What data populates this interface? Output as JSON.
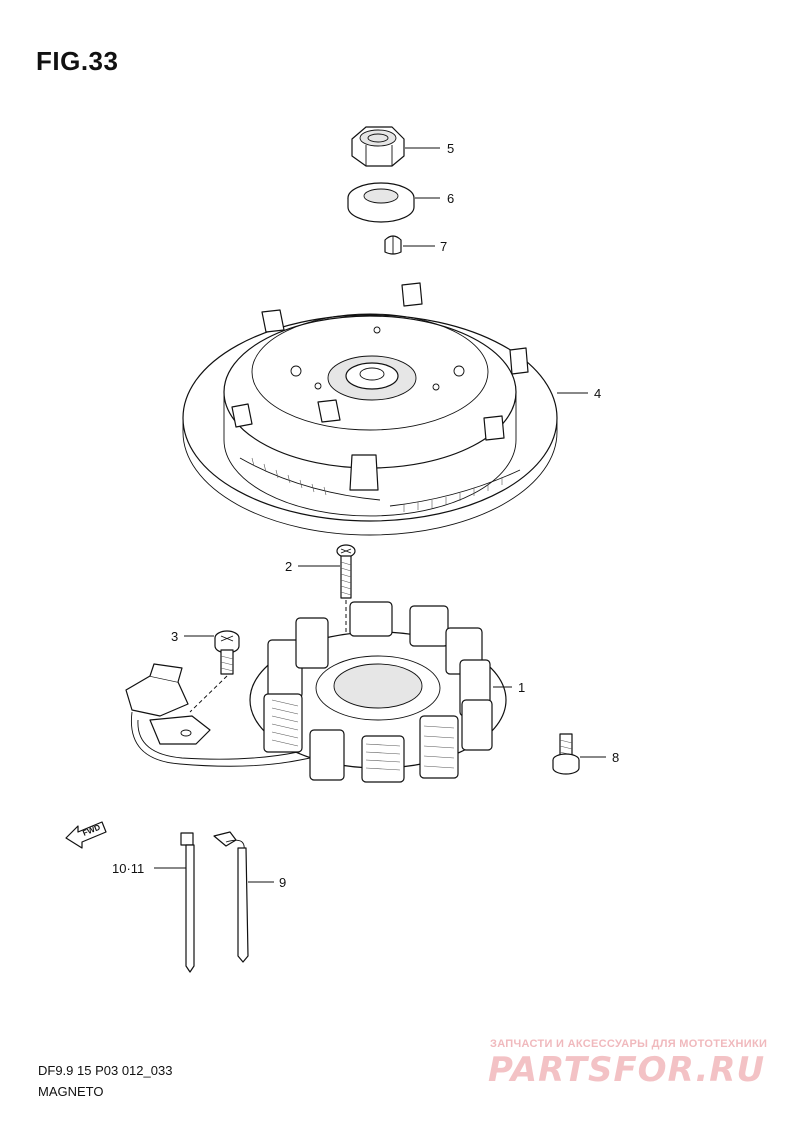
{
  "figure": {
    "title": "FIG.33",
    "code": "DF9.9 15 P03 012_033",
    "caption": "MAGNETO"
  },
  "callouts": [
    {
      "id": "5",
      "label": "5"
    },
    {
      "id": "6",
      "label": "6"
    },
    {
      "id": "7",
      "label": "7"
    },
    {
      "id": "4",
      "label": "4"
    },
    {
      "id": "2",
      "label": "2"
    },
    {
      "id": "3",
      "label": "3"
    },
    {
      "id": "1",
      "label": "1"
    },
    {
      "id": "8",
      "label": "8"
    },
    {
      "id": "10-11",
      "label": "10·11"
    },
    {
      "id": "9",
      "label": "9"
    }
  ],
  "direction_marker": {
    "label": "FWD"
  },
  "watermark": {
    "tagline": "ЗАПЧАСТИ И АКСЕССУАРЫ ДЛЯ МОТОТЕХНИКИ",
    "logo": "PARTSFOR.RU"
  },
  "colors": {
    "ink": "#111111",
    "watermark": "#f0b9bd"
  }
}
